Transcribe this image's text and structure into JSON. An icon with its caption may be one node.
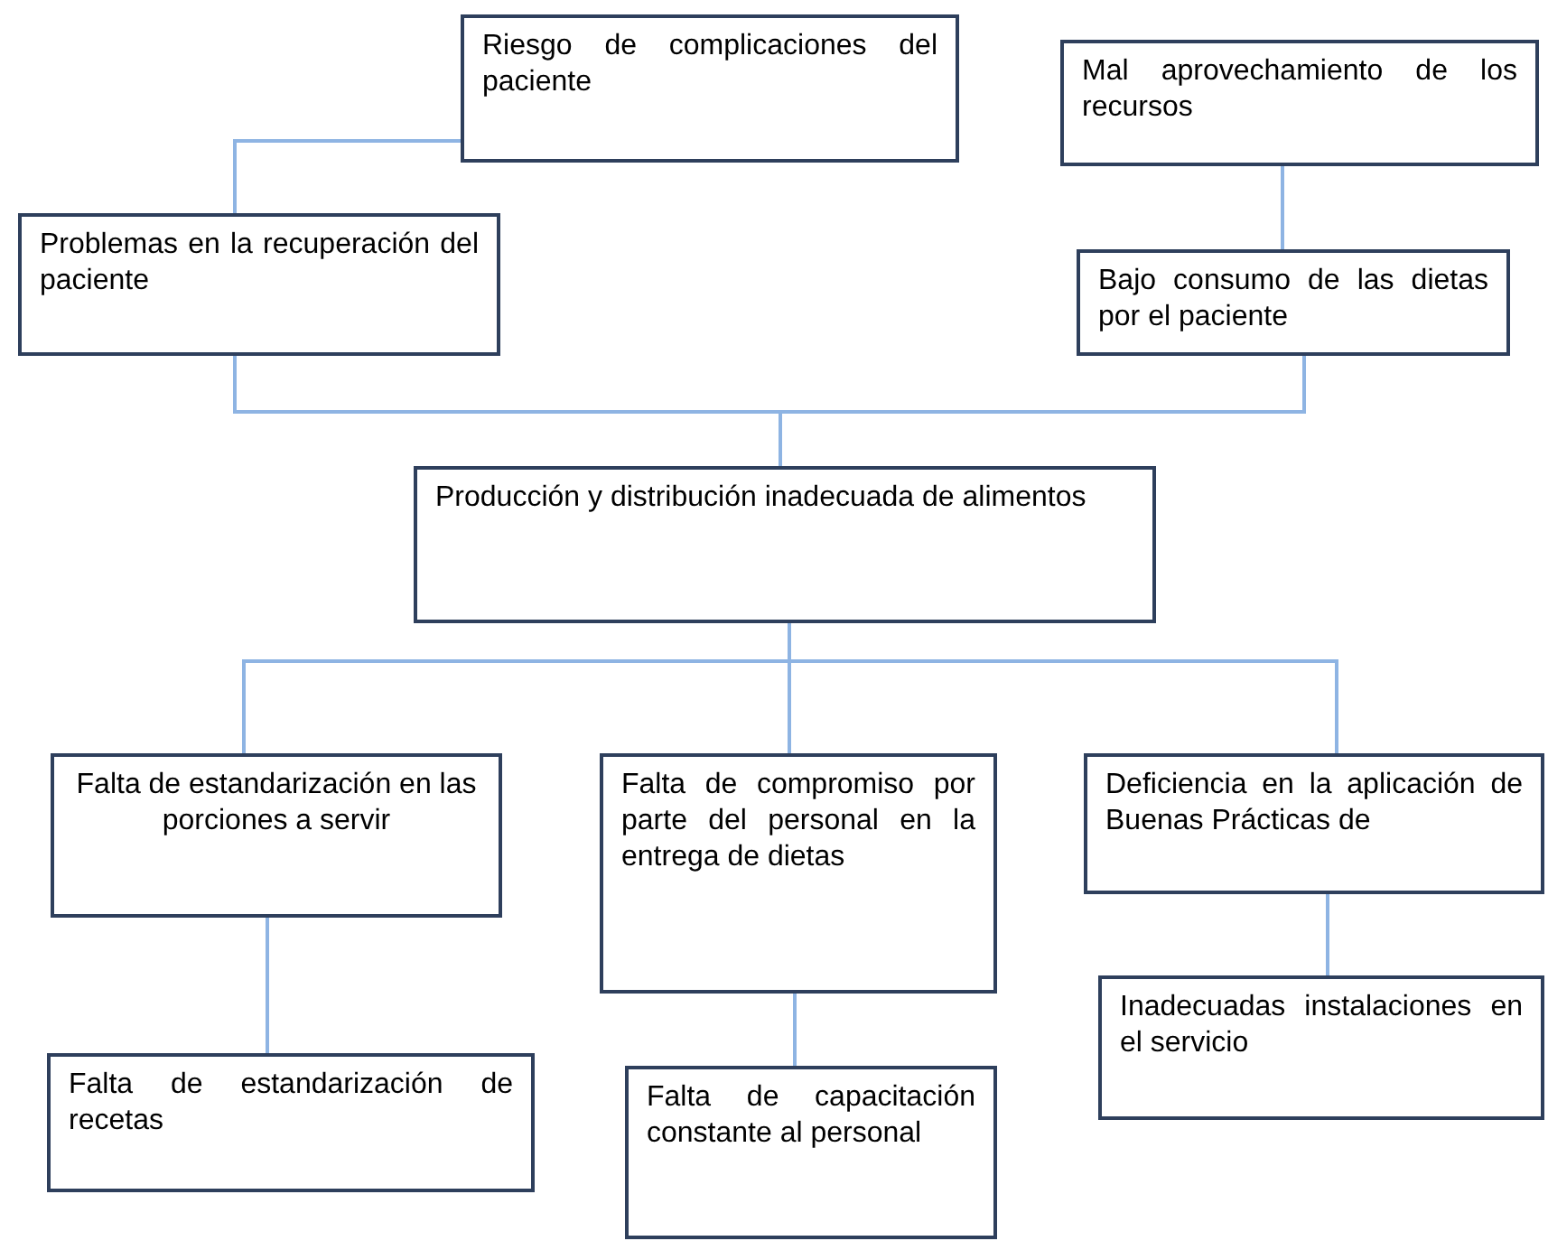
{
  "diagram": {
    "nodes": [
      {
        "text": [
          "Riesgo de complicaciones del paciente"
        ]
      },
      {
        "text": [
          "Mal aprovechamiento de los recursos"
        ]
      },
      {
        "text": [
          "Problemas en la recuperación del paciente"
        ]
      },
      {
        "text": [
          "Bajo consumo de las dietas por el paciente"
        ]
      },
      {
        "text": [
          "Producción y distribución inadecuada de alimentos"
        ]
      },
      {
        "text": [
          "Falta de estandarización en las porciones a servir"
        ]
      },
      {
        "text": [
          "Falta de compromiso por parte del personal en la entrega de dietas"
        ]
      },
      {
        "text": [
          "Deficiencia en la aplicación de Buenas Prácticas de"
        ]
      },
      {
        "text": [
          "Falta de estandarización de recetas"
        ]
      },
      {
        "text": [
          "Falta de capacitación constante al personal"
        ]
      },
      {
        "text": [
          "Inadecuadas instalaciones en el servicio"
        ]
      }
    ],
    "edges": [
      {
        "from": 0,
        "to": 2,
        "arrow": "none"
      },
      {
        "from": 1,
        "to": 3,
        "arrow": "none"
      },
      {
        "from": 2,
        "to": 4,
        "arrow": "none"
      },
      {
        "from": 3,
        "to": 4,
        "arrow": "none"
      },
      {
        "from": 4,
        "to": 5,
        "arrow": "none"
      },
      {
        "from": 4,
        "to": 6,
        "arrow": "none"
      },
      {
        "from": 4,
        "to": 7,
        "arrow": "none"
      },
      {
        "from": 5,
        "to": 8,
        "arrow": "none"
      },
      {
        "from": 6,
        "to": 9,
        "arrow": "none"
      },
      {
        "from": 7,
        "to": 10,
        "arrow": "none"
      }
    ]
  }
}
